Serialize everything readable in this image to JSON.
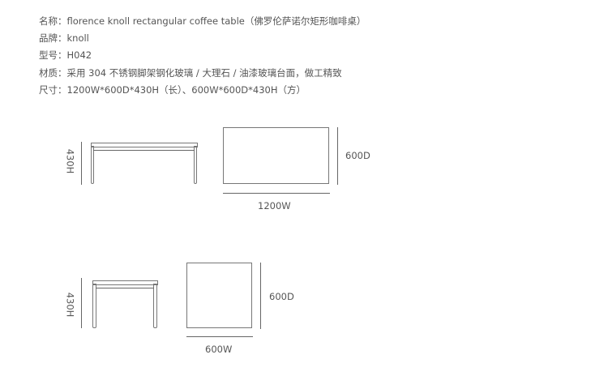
{
  "specs": [
    {
      "label": "名称",
      "value": "florence knoll rectangular coffee table（佛罗伦萨诺尔矩形咖啡桌）"
    },
    {
      "label": "品牌",
      "value": "knoll"
    },
    {
      "label": "型号",
      "value": "H042"
    },
    {
      "label": "材质",
      "value": "采用 304 不锈钢脚架钢化玻璃 / 大理石 / 油漆玻璃台面，做工精致"
    },
    {
      "label": "尺寸",
      "value": "1200W*600D*430H（长）、600W*600D*430H（方）"
    }
  ],
  "separator": "：",
  "diagram_rect": {
    "height": "430H",
    "depth": "600D",
    "width": "1200W"
  },
  "diagram_square": {
    "height": "430H",
    "depth": "600D",
    "width": "600W"
  }
}
